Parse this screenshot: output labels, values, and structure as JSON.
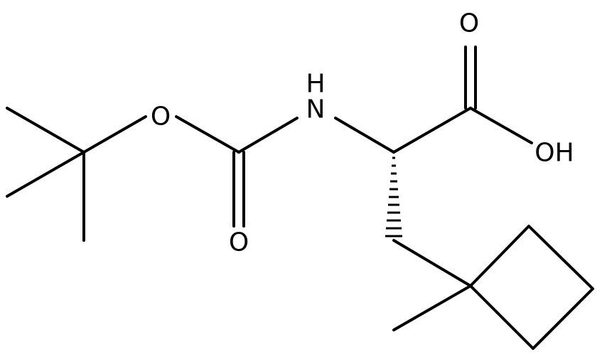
{
  "atoms": {
    "ether_oxygen": "O",
    "amide_nitrogen": "N",
    "amide_hydrogen": "H",
    "carbonyl_oxygen": "O",
    "acid_carbonyl_oxygen": "O",
    "hydroxyl": "OH"
  }
}
